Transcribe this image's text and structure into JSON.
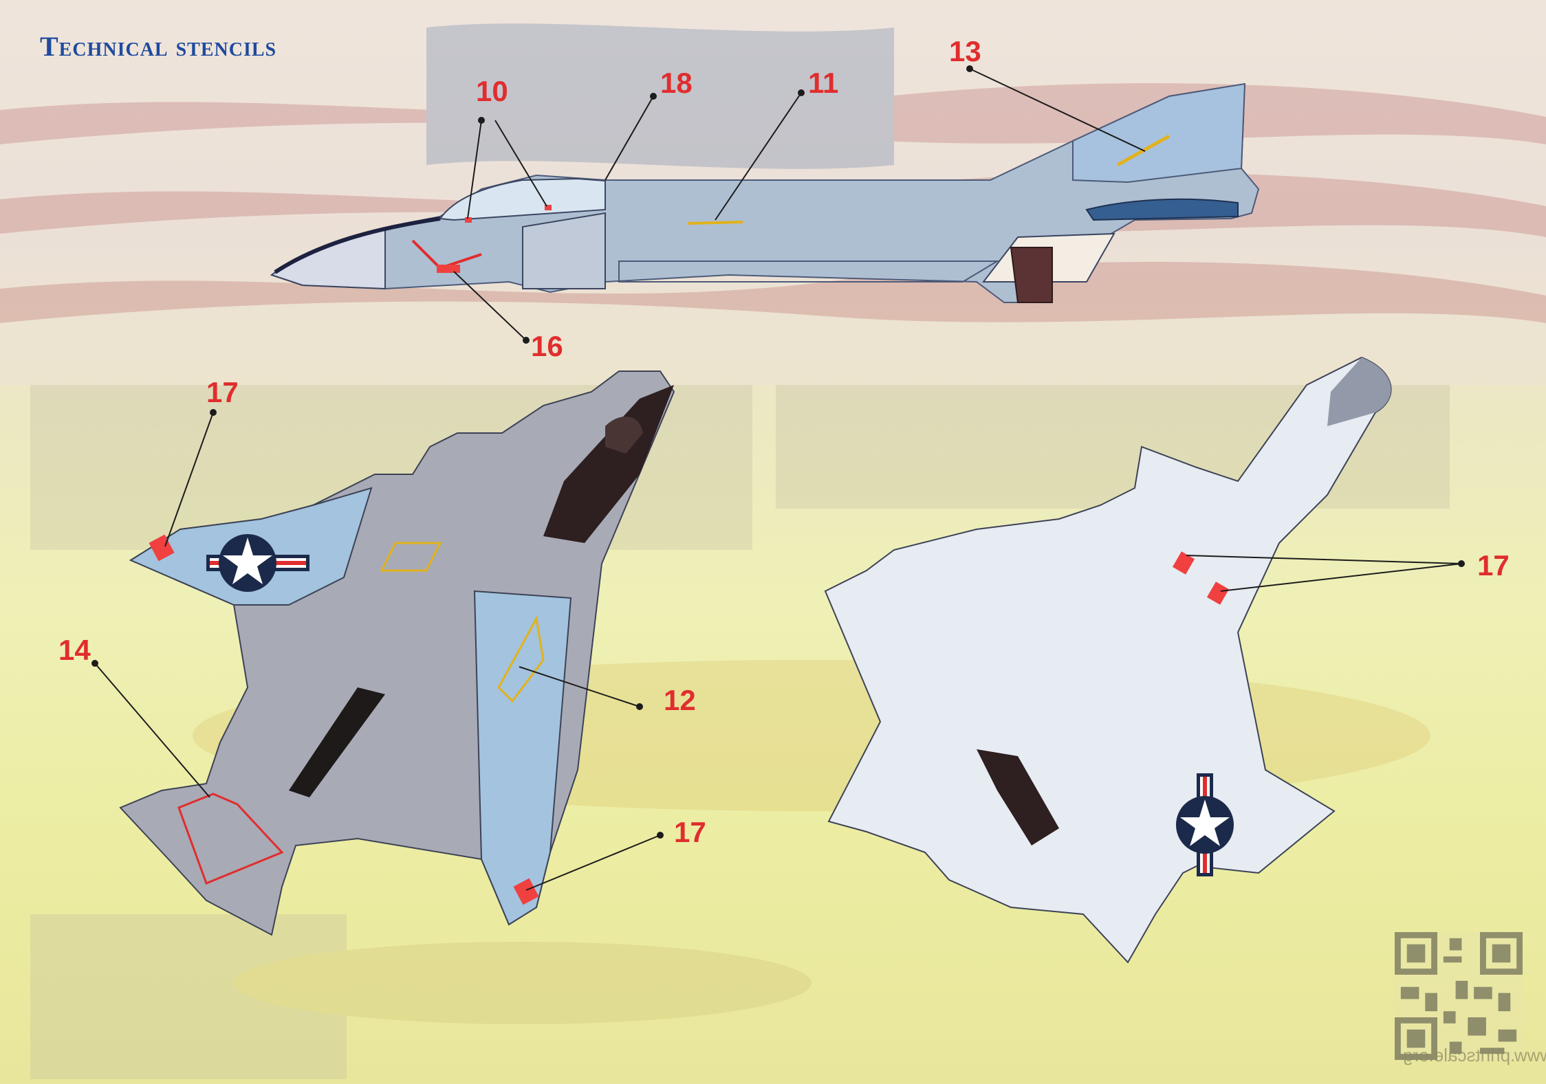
{
  "title": "Technical stencils",
  "callouts": {
    "c10": "10",
    "c18": "18",
    "c11": "11",
    "c13": "13",
    "c16": "16",
    "c17_top_left": "17",
    "c17_bottom_view": "17",
    "c17_bottom_left": "17",
    "c14": "14",
    "c12": "12"
  },
  "website": "www.printscale.org",
  "colors": {
    "title": "#1f4a9e",
    "callout": "#e02d2d",
    "aircraft_gray": "#a7aab4",
    "aircraft_blue": "#a9c4db",
    "aircraft_white": "#e9ecf3",
    "insignia_blue": "#1b2a4a",
    "stencil_red": "#f04040",
    "stencil_yellow": "#e2b21c"
  },
  "icons": {
    "star_insignia": "star-insignia-icon",
    "qr": "qr-code-icon"
  }
}
